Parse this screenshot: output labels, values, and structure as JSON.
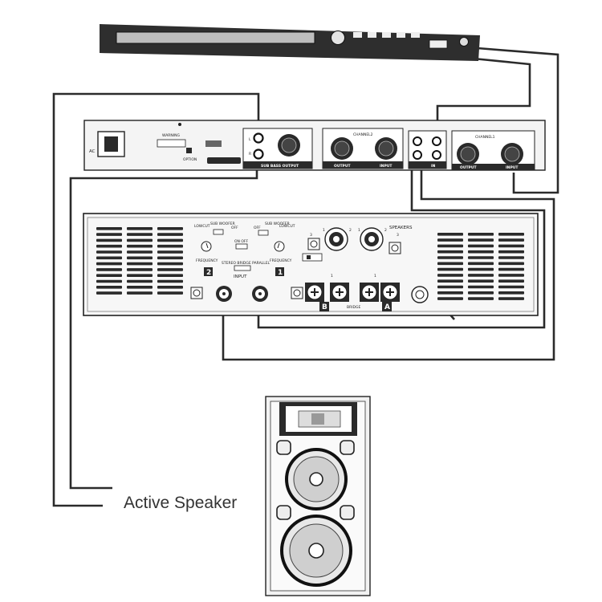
{
  "colors": {
    "cable": "#2b2b2b",
    "panel": "#f4f4f4",
    "dark": "#2a2a2a"
  },
  "top_unit": {
    "brand_label": ""
  },
  "crossover": {
    "ac_label": "AC",
    "warning_label": "WARNING",
    "option_label": "OPTION",
    "l_label": "L",
    "r_label": "R",
    "subbass_output_label": "SUB BASS OUTPUT",
    "channel2_label": "CHANNEL2",
    "channel1_label": "CHANNEL1",
    "output_label": "OUTPUT",
    "input_label": "INPUT",
    "in_label": "IN"
  },
  "amplifier": {
    "speakers_label": "SPEAKERS",
    "lowcut_label": "LOWCUT",
    "sub_woofer_label": "SUB WOOFER",
    "off_label": "OFF",
    "frequency_label": "FREQUENCY",
    "on_off_label": "ON OFF",
    "stereo_bridge_parallel_label": "STEREO BRIDGE PARALLEL",
    "input_label": "INPUT",
    "ch2_badge": "2",
    "ch1_badge": "1",
    "bridge_label": "BRIDGE",
    "badge_b": "B",
    "badge_a": "A",
    "num_1": "1",
    "num_2": "2",
    "num_3": "3"
  },
  "caption": {
    "active_speaker": "Active Speaker"
  }
}
